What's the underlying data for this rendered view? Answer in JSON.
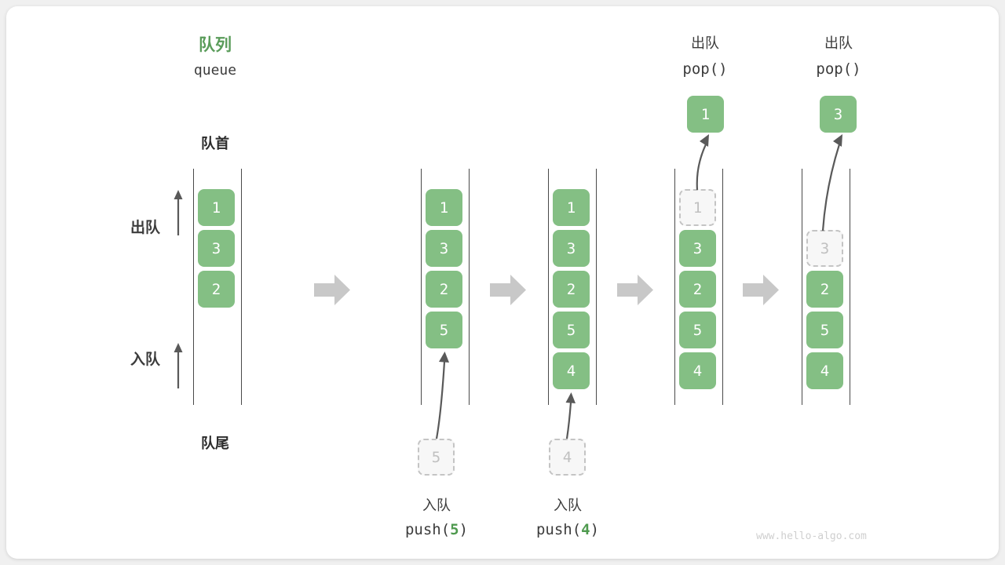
{
  "diagram": {
    "title_cn": "队列",
    "title_code": "queue",
    "head_label": "队首",
    "tail_label": "队尾",
    "dequeue_label": "出队",
    "enqueue_label": "入队",
    "watermark": "www.hello-algo.com",
    "accent_green": "#5a9c5a",
    "cell_green": "#84bf84",
    "ghost_gray": "#c0c0c0",
    "arrow_gray": "#c8c8c8",
    "line_gray": "#595959"
  },
  "steps": [
    {
      "id": "state-0",
      "cells": [
        {
          "value": "1",
          "state": "filled"
        },
        {
          "value": "3",
          "state": "filled"
        },
        {
          "value": "2",
          "state": "filled"
        }
      ],
      "side_arrows": [
        {
          "name": "dequeue",
          "label": "出队"
        },
        {
          "name": "enqueue",
          "label": "入队"
        }
      ]
    },
    {
      "id": "state-push-5",
      "cells": [
        {
          "value": "1",
          "state": "filled"
        },
        {
          "value": "3",
          "state": "filled"
        },
        {
          "value": "2",
          "state": "filled"
        },
        {
          "value": "5",
          "state": "filled"
        }
      ],
      "incoming": {
        "value": "5",
        "state": "ghost"
      },
      "caption_cn": "入队",
      "caption_code_prefix": "push(",
      "caption_code_value": "5",
      "caption_code_suffix": ")"
    },
    {
      "id": "state-push-4",
      "cells": [
        {
          "value": "1",
          "state": "filled"
        },
        {
          "value": "3",
          "state": "filled"
        },
        {
          "value": "2",
          "state": "filled"
        },
        {
          "value": "5",
          "state": "filled"
        },
        {
          "value": "4",
          "state": "filled"
        }
      ],
      "incoming": {
        "value": "4",
        "state": "ghost"
      },
      "caption_cn": "入队",
      "caption_code_prefix": "push(",
      "caption_code_value": "4",
      "caption_code_suffix": ")"
    },
    {
      "id": "state-pop-1",
      "cells": [
        {
          "value": "1",
          "state": "ghost"
        },
        {
          "value": "3",
          "state": "filled"
        },
        {
          "value": "2",
          "state": "filled"
        },
        {
          "value": "5",
          "state": "filled"
        },
        {
          "value": "4",
          "state": "filled"
        }
      ],
      "outgoing": {
        "value": "1",
        "state": "filled"
      },
      "header_cn": "出队",
      "header_code": "pop()"
    },
    {
      "id": "state-pop-3",
      "cells": [
        {
          "value": "",
          "state": "empty"
        },
        {
          "value": "3",
          "state": "ghost"
        },
        {
          "value": "2",
          "state": "filled"
        },
        {
          "value": "5",
          "state": "filled"
        },
        {
          "value": "4",
          "state": "filled"
        }
      ],
      "outgoing": {
        "value": "3",
        "state": "filled"
      },
      "header_cn": "出队",
      "header_code": "pop()"
    }
  ]
}
